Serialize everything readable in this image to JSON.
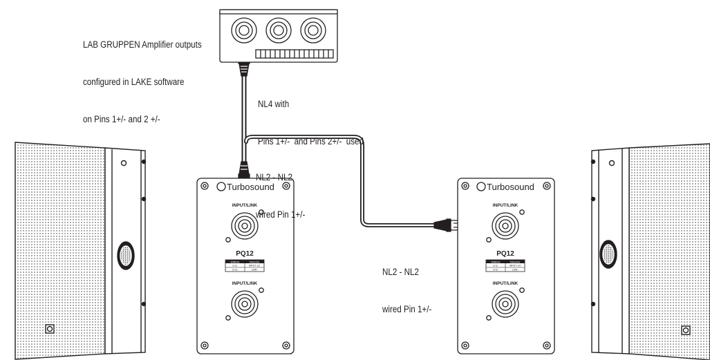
{
  "amp_note": {
    "line1": "LAB GRUPPEN Amplifier outputs",
    "line2": "configured in LAKE software",
    "line3": "on Pins 1+/- and 2 +/-"
  },
  "nl4_note": {
    "line1": "NL4 with",
    "line2": "Pins 1+/-  and Pins 2+/-  used"
  },
  "link_note_left": {
    "line1": "NL2 - NL2",
    "line2": "wired Pin 1+/-"
  },
  "link_note_right": {
    "line1": "NL2 - NL2",
    "line2": "wired Pin 1+/-"
  },
  "panel_left": {
    "brand": "Turbosound",
    "input_top": "INPUT/LINK",
    "model": "PQ12",
    "table": {
      "h1": "WIRING",
      "h2": "PASSIVE",
      "r1c1": "1+/1-",
      "r1c2": "INPUT 1/2",
      "r2c1": "2+/2-",
      "r2c2": "LINK"
    },
    "input_bottom": "INPUT/LINK"
  },
  "panel_right": {
    "brand": "Turbosound",
    "input_top": "INPUT/LINK",
    "model": "PQ12",
    "table": {
      "h1": "WIRING",
      "h2": "PASSIVE",
      "r1c1": "1+/1-",
      "r1c2": "INPUT 1/2",
      "r2c1": "2+/2-",
      "r2c2": "LINK"
    },
    "input_bottom": "INPUT/LINK"
  },
  "colors": {
    "line": "#231f20",
    "grille": "#9a9a9a",
    "background": "#ffffff"
  },
  "icons": [
    "speakon-connector-icon",
    "turbosound-logo-icon",
    "amplifier-icon",
    "speaker-cabinet-icon"
  ]
}
